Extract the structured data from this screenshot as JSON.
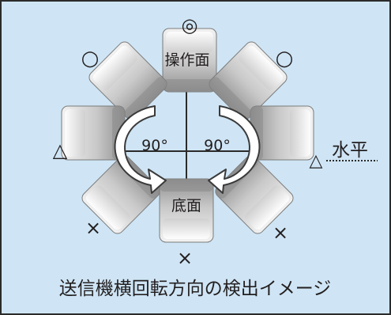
{
  "labels": {
    "top_face": "操作面",
    "bottom_face": "底面",
    "angle_left": "90°",
    "angle_right": "90°",
    "horizontal": "水平",
    "caption": "送信機横回転方向の検出イメージ"
  },
  "marks": {
    "double_circle": "◎",
    "circle": "○",
    "triangle": "△",
    "cross": "×"
  },
  "colors": {
    "background": "#cfe5f5",
    "frame_border": "#2b2b2b",
    "block_light": "#e8e8e8",
    "block_dark": "#8a8a8a",
    "arrow_fill": "#ffffff",
    "arrow_stroke": "#3a3a3a"
  }
}
